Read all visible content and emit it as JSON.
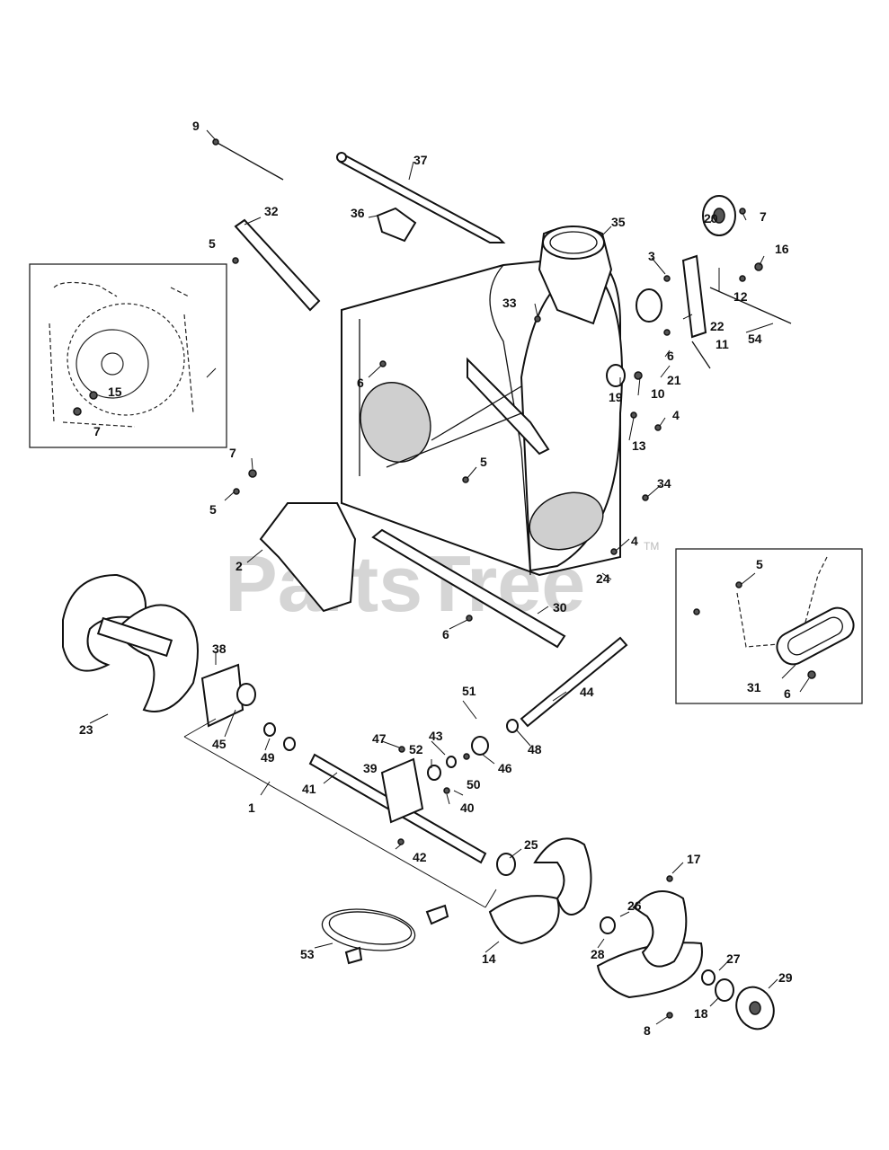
{
  "watermark": {
    "text": "PartsTree",
    "mark": "TM"
  },
  "callouts": [
    "1",
    "2",
    "3",
    "4",
    "4",
    "5",
    "5",
    "5",
    "5",
    "6",
    "6",
    "6",
    "6",
    "7",
    "7",
    "7",
    "8",
    "9",
    "10",
    "11",
    "12",
    "13",
    "14",
    "15",
    "16",
    "17",
    "18",
    "19",
    "20",
    "21",
    "22",
    "23",
    "24",
    "25",
    "26",
    "27",
    "28",
    "29",
    "30",
    "31",
    "32",
    "33",
    "34",
    "35",
    "36",
    "37",
    "38",
    "39",
    "40",
    "41",
    "42",
    "43",
    "44",
    "45",
    "46",
    "47",
    "48",
    "49",
    "50",
    "51",
    "52",
    "53",
    "54"
  ],
  "inset_left": {
    "callouts": [
      "15",
      "7"
    ]
  },
  "inset_right": {
    "callouts": [
      "5",
      "31",
      "6"
    ]
  }
}
